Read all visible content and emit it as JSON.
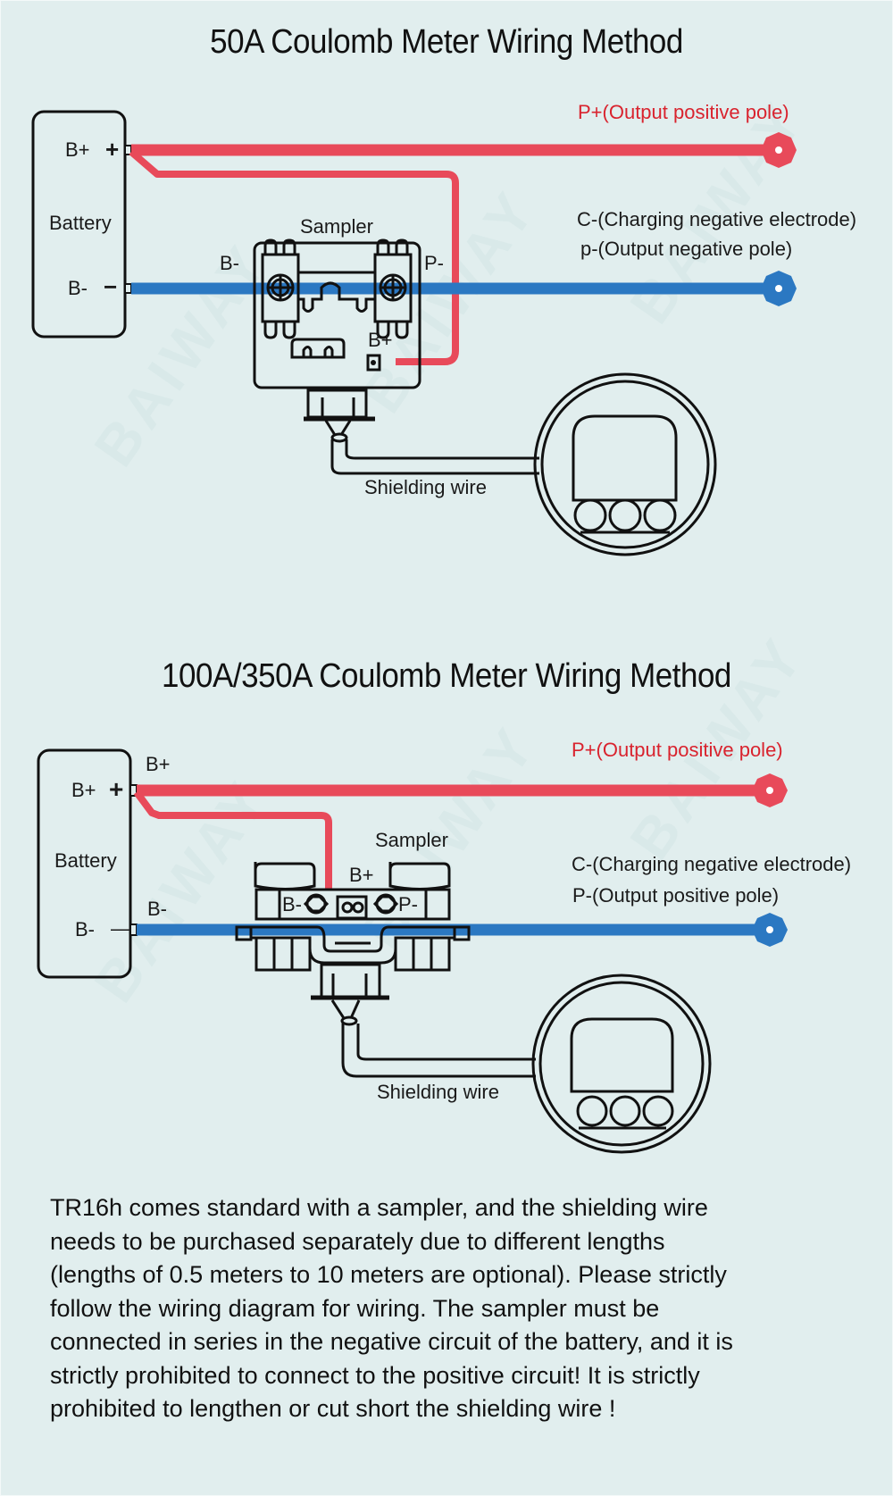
{
  "watermark": "BAIWAY",
  "colors": {
    "background": "#e1eeee",
    "positive_wire": "#e84a5a",
    "negative_wire": "#2b78c2",
    "label_red": "#d9232e",
    "outline": "#111111"
  },
  "diagram_50a": {
    "title": "50A Coulomb Meter Wiring Method",
    "battery": {
      "label": "Battery",
      "pos_terminal": "B+",
      "pos_symbol": "+",
      "neg_terminal": "B-",
      "neg_symbol": "−"
    },
    "sampler": {
      "label": "Sampler",
      "left_terminal": "B-",
      "right_terminal": "P-",
      "bplus_terminal": "B+"
    },
    "output_positive": "P+(Output positive pole)",
    "charging_negative": "C-(Charging negative electrode)",
    "output_negative": "p-(Output negative pole)",
    "shielding_wire": "Shielding wire"
  },
  "diagram_100a": {
    "title": "100A/350A Coulomb Meter Wiring Method",
    "battery": {
      "label": "Battery",
      "pos_terminal": "B+",
      "pos_symbol": "+",
      "neg_terminal": "B-",
      "neg_symbol": "—",
      "pos_wire_label": "B+",
      "neg_wire_label": "B-"
    },
    "sampler": {
      "label": "Sampler",
      "left_terminal": "B-",
      "right_terminal": "P-",
      "bplus_terminal": "B+"
    },
    "output_positive": "P+(Output positive pole)",
    "charging_negative": "C-(Charging negative electrode)",
    "output_negative": "P-(Output positive pole)",
    "shielding_wire": "Shielding wire"
  },
  "note_lines": [
    "TR16h comes standard with a sampler, and the shielding wire",
    "needs to be purchased separately due to different lengths",
    "(lengths of 0.5 meters to 10 meters are optional). Please strictly",
    "follow the wiring diagram for wiring. The sampler must be",
    "connected in series in the negative circuit of the battery, and it is",
    "strictly prohibited to connect to the positive circuit! It is strictly",
    "prohibited to lengthen or cut short the shielding wire !"
  ]
}
